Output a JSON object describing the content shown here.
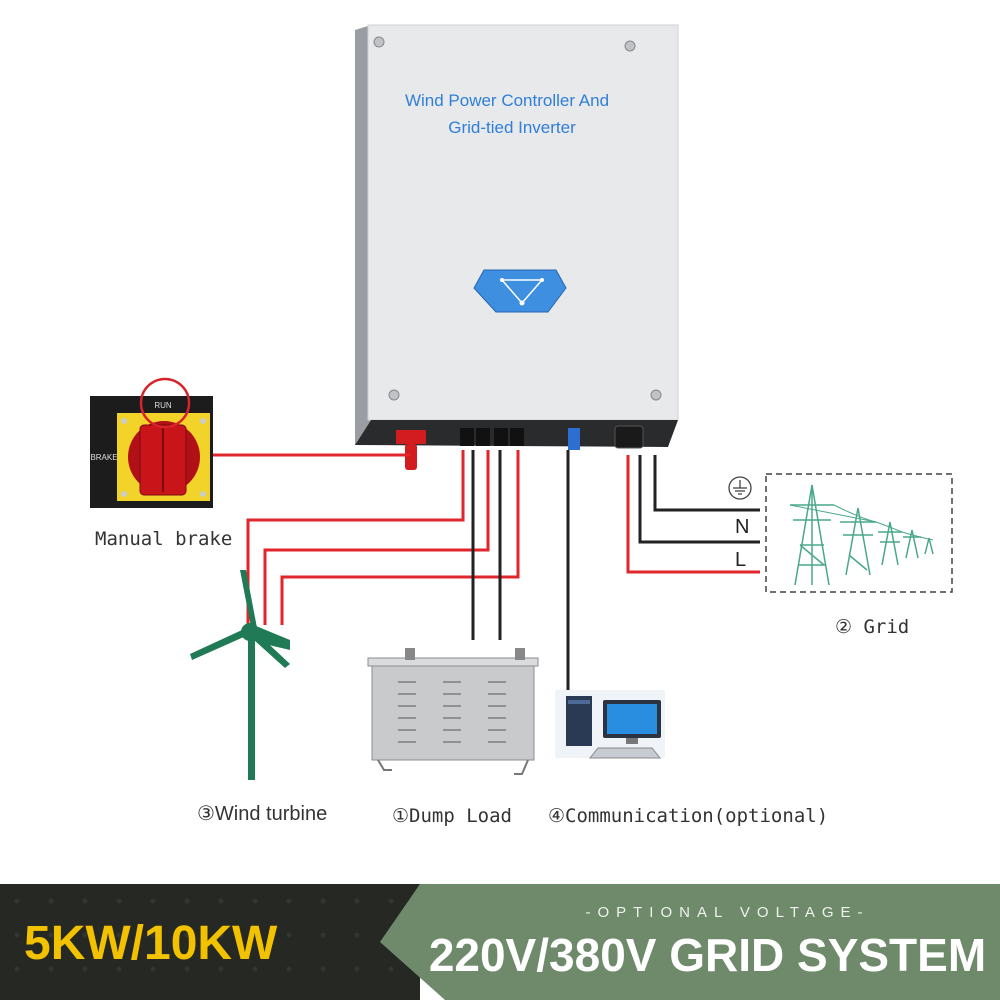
{
  "inverter": {
    "title_line1": "Wind Power Controller And",
    "title_line2": "Grid-tied Inverter",
    "body_color": "#e8e9eb",
    "title_color": "#2f7fd6",
    "display_color": "#3f8fe0",
    "display_icon": "wind-triangle-icon"
  },
  "brake": {
    "label": "Manual brake",
    "switch_run_label": "RUN",
    "switch_brake_label": "BRAKE",
    "switch_color": "#f2d32a",
    "handle_color": "#c9141a"
  },
  "grid": {
    "label": "② Grid",
    "ground_symbol": "ground-icon",
    "neutral_label": "N",
    "line_label": "L"
  },
  "components": {
    "wind_turbine": "③Wind turbine",
    "dump_load": "①Dump Load",
    "communication": "④Communication(optional)"
  },
  "wire_colors": {
    "red": "#e0262b",
    "black": "#222222"
  },
  "banner": {
    "power": "5KW/10KW",
    "subtitle": "-OPTIONAL VOLTAGE-",
    "system": "220V/380V GRID SYSTEM",
    "power_color": "#f2c200",
    "left_bg": "#262824",
    "right_bg": "#6f8a6a"
  }
}
